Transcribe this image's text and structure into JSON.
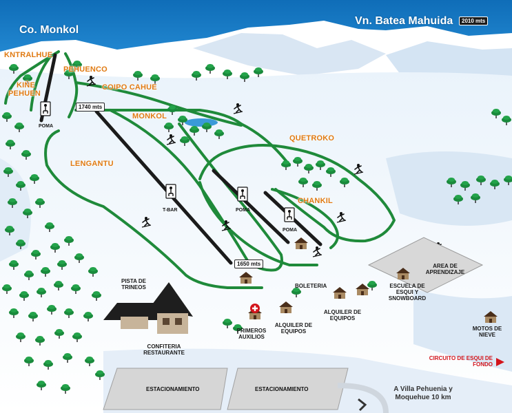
{
  "peaks": {
    "left": "Co. Monkol",
    "right": "Vn. Batea Mahuida",
    "right_altitude": "2010 mts"
  },
  "runs": {
    "kntralhue": "KNTRALHUE",
    "kine_pehuen_1": "KIÑE",
    "kine_pehuen_2": "PEHUEN",
    "pehuenco": "PEHUENCO",
    "coipo_cahue": "COIPO CAHUE",
    "monkol": "MONKOL",
    "quetroko": "QUETROKO",
    "lengantu": "LENGANTU",
    "chankil": "CHANKIL"
  },
  "lifts": {
    "poma_top": "POMA",
    "tbar": "T-BAR",
    "poma_mid": "POMA",
    "poma_right": "POMA"
  },
  "altitudes": {
    "top": "1740 mts",
    "base": "1650 mts"
  },
  "facilities": {
    "pista_trineos": "PISTA DE TRINEOS",
    "boleteria": "BOLETERIA",
    "escuela": "ESCUELA DE ESQUI Y SNOWBOARD",
    "area_aprendizaje": "AREA DE APRENDIZAJE",
    "alquiler_1": "ALQUILER DE EQUIPOS",
    "alquiler_2": "ALQUILER DE EQUIPOS",
    "primeros_auxilios": "PRIMEROS AUXILIOS",
    "confiteria": "CONFITERIA RESTAURANTE",
    "motos": "MOTOS DE NIEVE"
  },
  "parking": {
    "left": "ESTACIONAMIENTO",
    "right": "ESTACIONAMIENTO"
  },
  "route": "A Villa Pehuenia y Moquehue 10 km",
  "circuit": "CIRCUITO DE ESQUI DE FONDO",
  "colors": {
    "sky": "#1b7fc8",
    "trail": "#1f8a3a",
    "run_label": "#e07a12",
    "lift": "#1b1b1b",
    "circuit_label": "#d3141b",
    "tree": "#1a8a3c"
  },
  "icons": [
    "skier-icon",
    "chairlift-icon",
    "cabin-icon",
    "first-aid-icon",
    "tree-icon",
    "arrow-icon"
  ]
}
